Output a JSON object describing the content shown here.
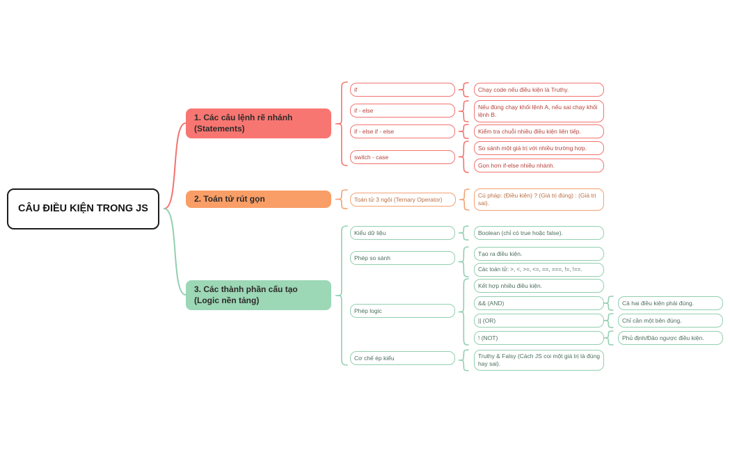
{
  "title": "CÂU ĐIỀU KIỆN TRONG JS",
  "palette": {
    "branch1_fill": "#F87672",
    "branch2_fill": "#F99E66",
    "branch3_fill": "#9CD7B6",
    "red_line": "#F2736E",
    "orange_line": "#F2A173",
    "green_line": "#92CFB0",
    "red_text": "#B5433C",
    "orange_text": "#BA6E42",
    "green_text": "#4C6F5E",
    "root_border": "#1c1c1c"
  },
  "branches": [
    {
      "label": "1. Các câu lệnh rẽ nhánh (Statements)",
      "children": [
        {
          "label": "if",
          "notes": [
            "Chạy code nếu điều kiện là Truthy."
          ]
        },
        {
          "label": "if - else",
          "notes": [
            "Nếu đúng chạy khối lệnh A, nếu sai chạy khối lệnh B."
          ]
        },
        {
          "label": "if - else if - else",
          "notes": [
            "Kiểm tra chuỗi nhiều điều kiện liên tiếp."
          ]
        },
        {
          "label": "switch - case",
          "notes": [
            "So sánh một giá trị với nhiều trường hợp.",
            "Gọn hơn if-else nhiều nhánh."
          ]
        }
      ]
    },
    {
      "label": "2. Toán tử rút gọn",
      "children": [
        {
          "label": "Toán tử 3 ngôi (Ternary Operator)",
          "notes": [
            "Cú pháp: (Điều kiện) ? (Giá trị đúng) : (Giá trị sai)."
          ]
        }
      ]
    },
    {
      "label": "3. Các thành phần cấu tạo (Logic nền tảng)",
      "children": [
        {
          "label": "Kiểu dữ liệu",
          "notes": [
            "Boolean (chỉ có true hoặc false)."
          ]
        },
        {
          "label": "Phép so sánh",
          "notes": [
            "Tạo ra điều kiện.",
            "Các toán tử: >, <, >=, <=, ==, ===, !=, !==."
          ]
        },
        {
          "label": "Phép logic",
          "notes": [
            "Kết hợp nhiều điều kiện.",
            "&& (AND)",
            "|| (OR)",
            "! (NOT)"
          ],
          "details": [
            "Cả hai điều kiện phải đúng.",
            "Chỉ cần một bên đúng.",
            "Phủ định/Đảo ngược điều kiện."
          ]
        },
        {
          "label": "Cơ chế ép kiểu",
          "notes": [
            "Truthy & Falsy (Cách JS coi một giá trị là đúng hay sai)."
          ]
        }
      ]
    }
  ]
}
